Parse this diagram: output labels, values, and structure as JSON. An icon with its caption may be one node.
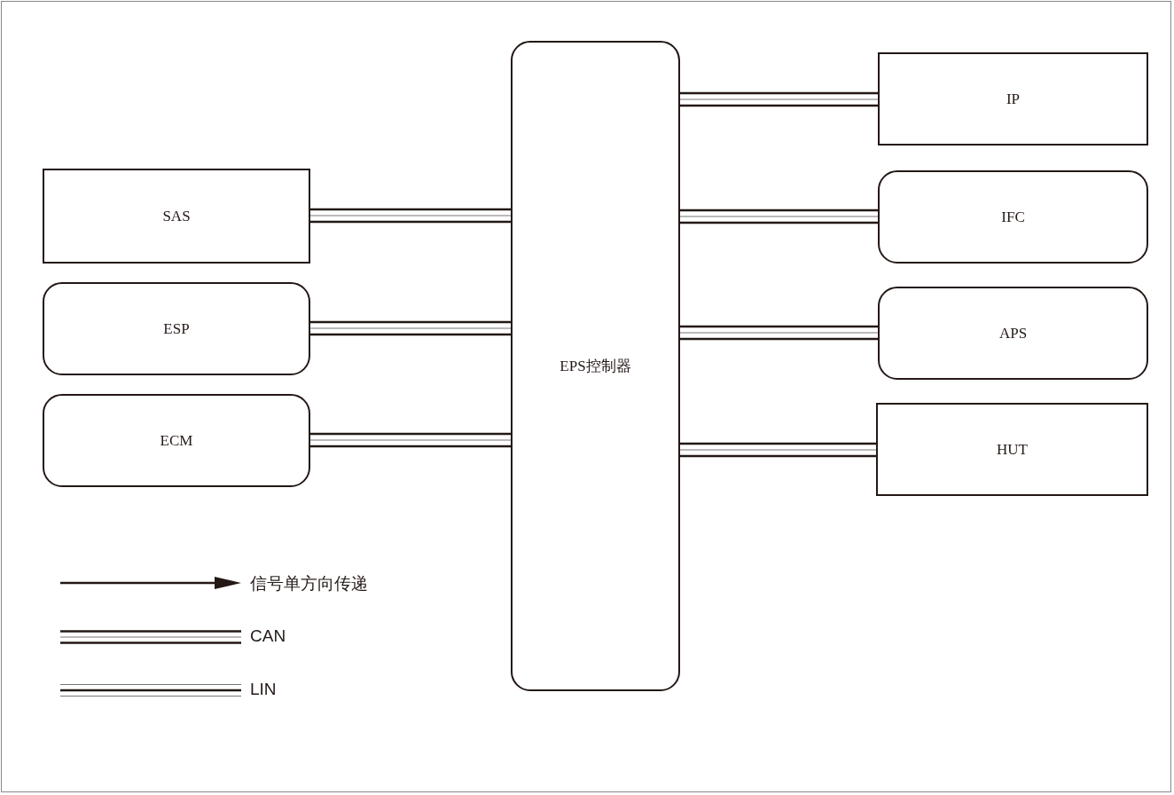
{
  "diagram": {
    "nodes": [
      {
        "text": [
          "SAS"
        ]
      },
      {
        "text": [
          "ESP"
        ]
      },
      {
        "text": [
          "ECM"
        ]
      },
      {
        "text": [
          "EPS控制器"
        ]
      },
      {
        "text": [
          "IP"
        ]
      },
      {
        "text": [
          "IFC"
        ]
      },
      {
        "text": [
          "APS"
        ]
      },
      {
        "text": [
          "HUT"
        ]
      }
    ],
    "edges": [
      {
        "from": 0,
        "to": 3,
        "arrow": "none"
      },
      {
        "from": 1,
        "to": 3,
        "arrow": "none"
      },
      {
        "from": 2,
        "to": 3,
        "arrow": "none"
      },
      {
        "from": 3,
        "to": 4,
        "arrow": "none"
      },
      {
        "from": 3,
        "to": 5,
        "arrow": "none"
      },
      {
        "from": 3,
        "to": 6,
        "arrow": "none"
      },
      {
        "from": 3,
        "to": 7,
        "arrow": "none"
      }
    ],
    "legend": [
      {
        "text": "信号单方向传递"
      },
      {
        "text": "CAN"
      },
      {
        "text": "LIN"
      }
    ]
  }
}
